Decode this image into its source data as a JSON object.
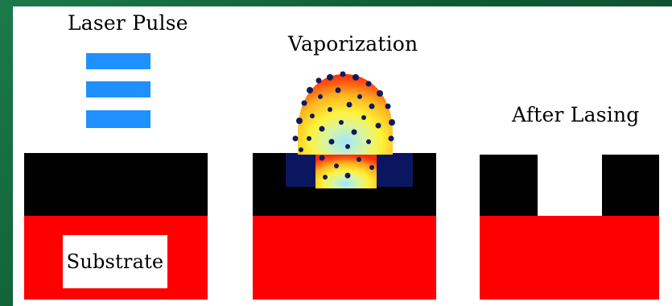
{
  "labels": {
    "laser_pulse": "Laser Pulse",
    "vaporization": "Vaporization",
    "after_lasing": "After Lasing",
    "substrate": "Substrate"
  },
  "colors": {
    "background_green": "#0f5a35",
    "layer_black": "#000000",
    "substrate_red": "#ff0000",
    "laser_blue": "#1e90ff",
    "ablated_zone_navy": "#0a1760",
    "particle_navy": "#101a5c"
  },
  "laser_pulse_stripes": 3
}
